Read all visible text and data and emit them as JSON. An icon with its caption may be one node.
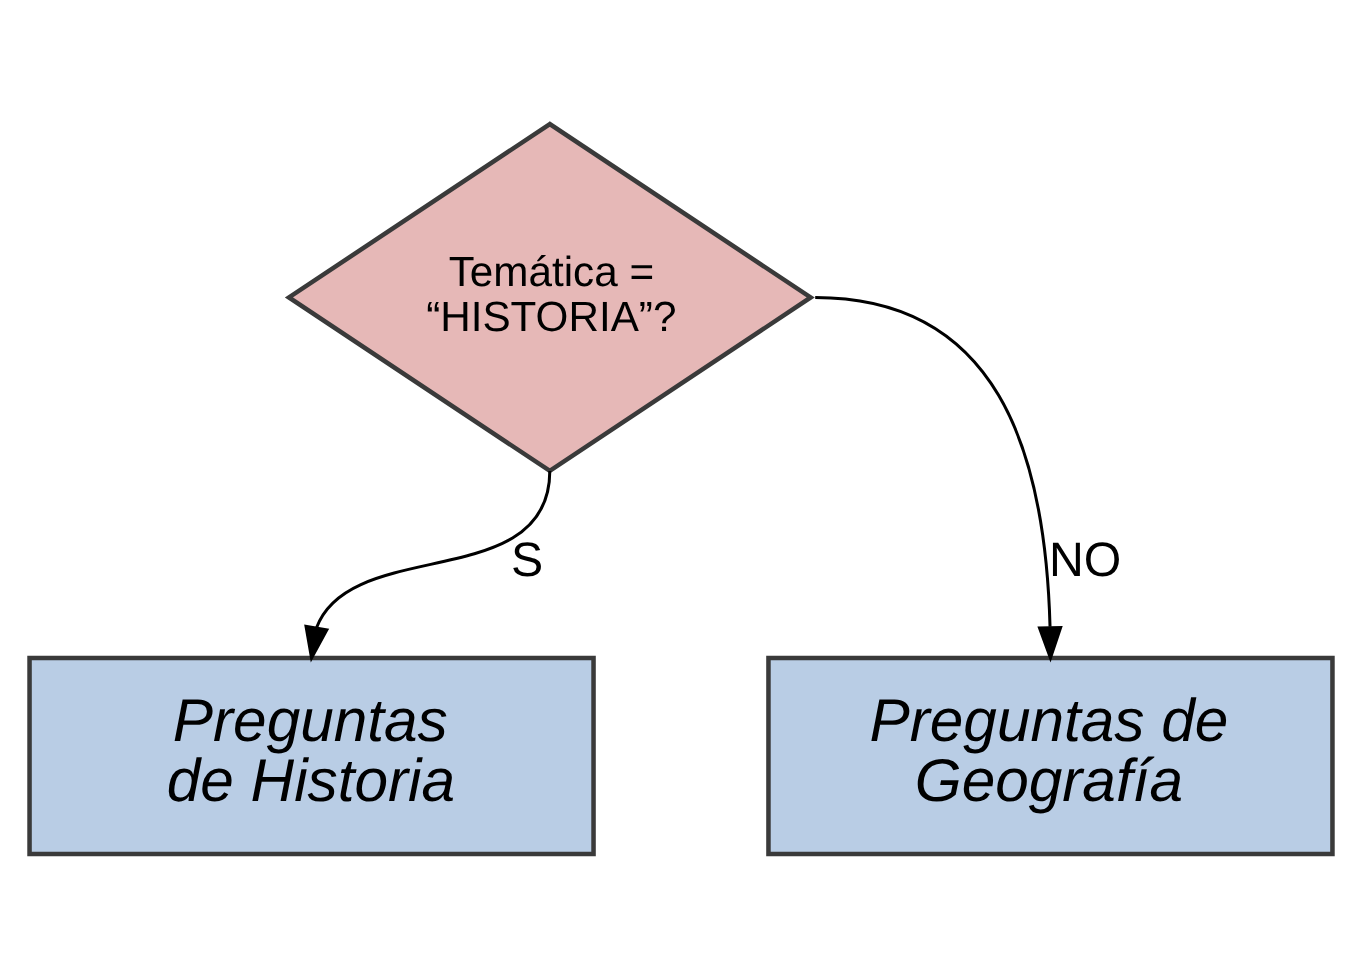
{
  "diagram": {
    "nodes": [
      {
        "text": [
          "Temática = “HISTORIA”?"
        ]
      },
      {
        "text": [
          "Preguntas de Historia"
        ]
      },
      {
        "text": [
          "Preguntas de Geografía"
        ]
      }
    ],
    "edges": [
      {
        "from": 0,
        "to": 1,
        "arrow": "to",
        "label": "S"
      },
      {
        "from": 0,
        "to": 2,
        "arrow": "to",
        "label": "NO"
      }
    ]
  }
}
